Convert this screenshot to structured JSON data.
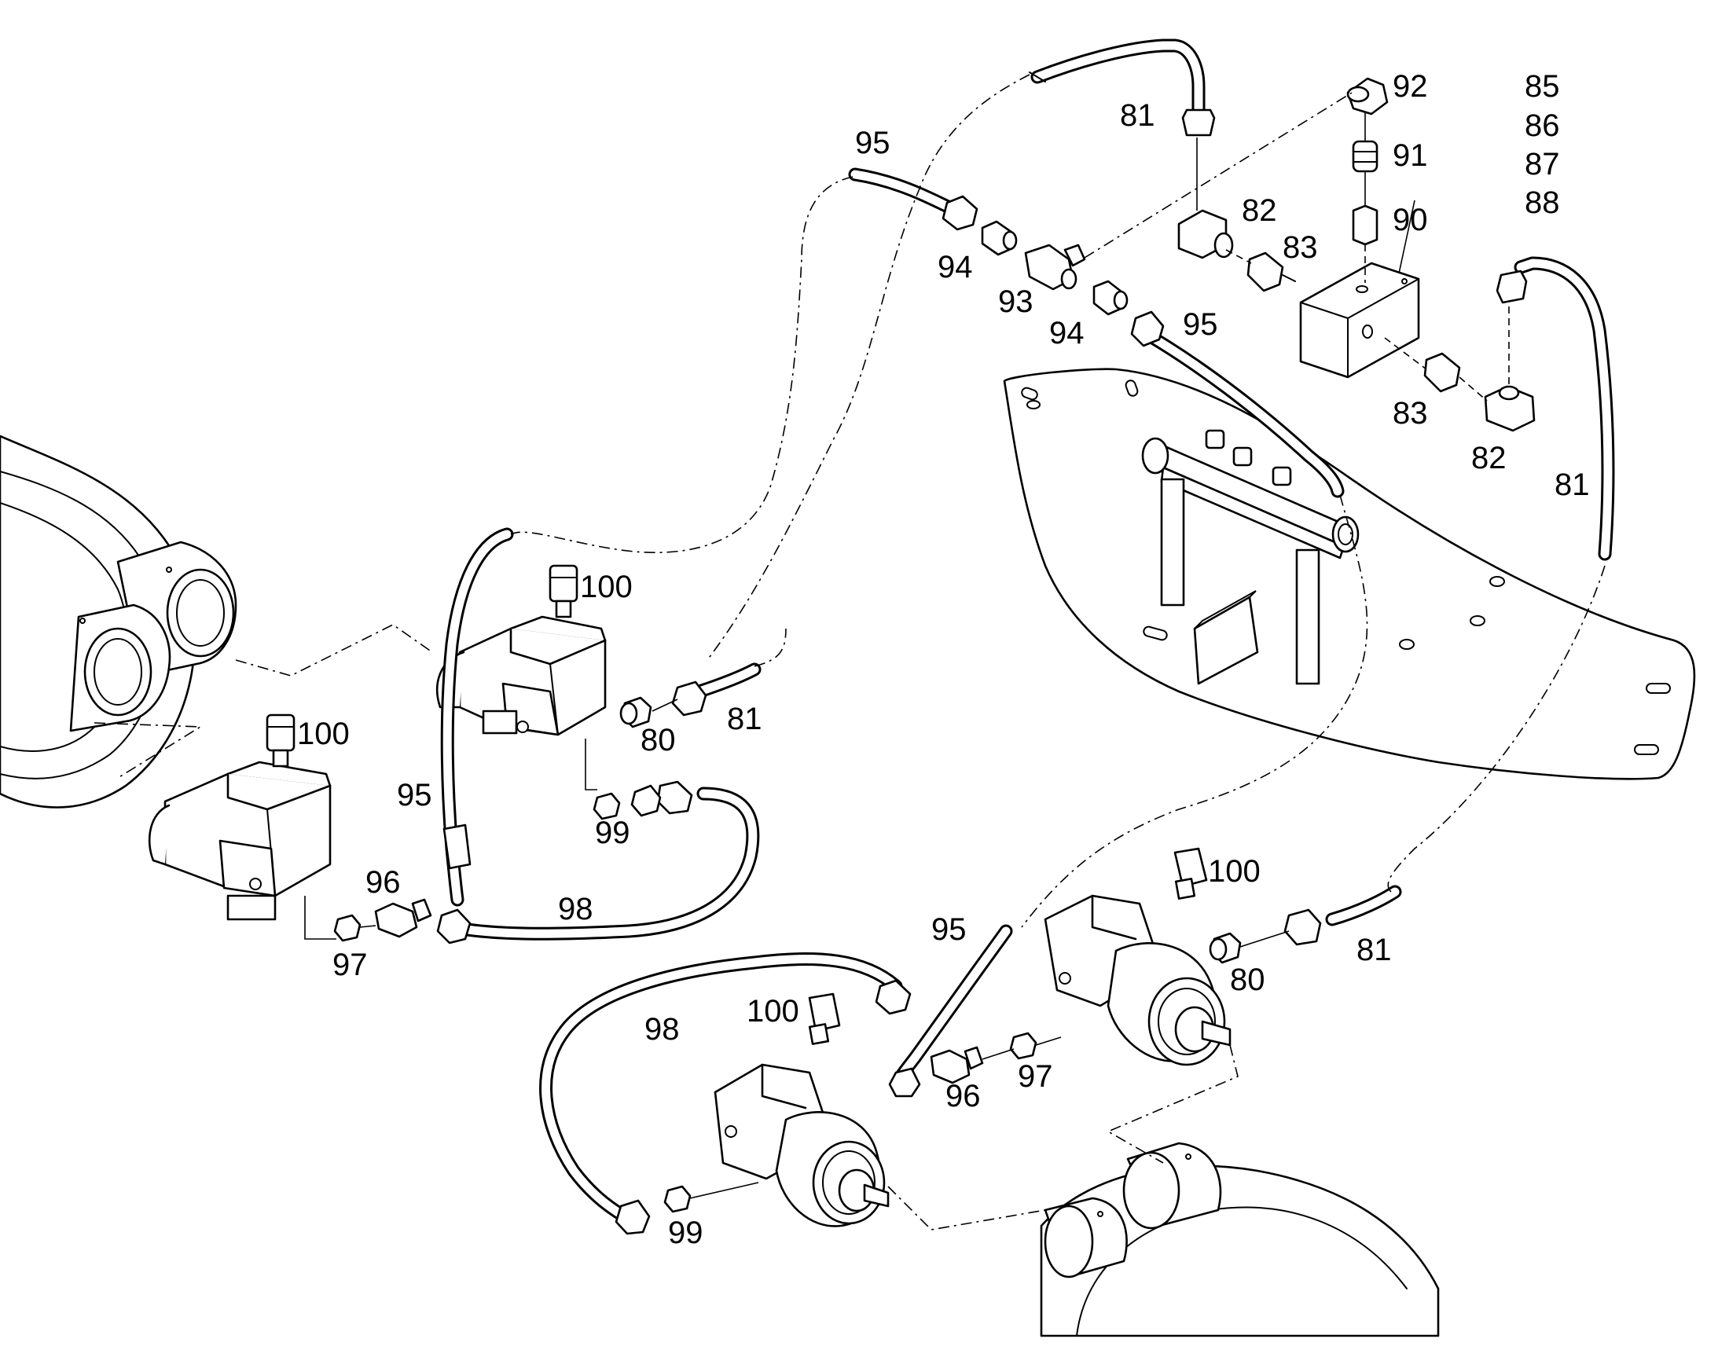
{
  "diagram": {
    "callouts": {
      "c81a": "81",
      "c95a": "95",
      "c92": "92",
      "c85": "85",
      "c86": "86",
      "c87": "87",
      "c88": "88",
      "c91": "91",
      "c82a": "82",
      "c90": "90",
      "c83a": "83",
      "c94a": "94",
      "c93": "93",
      "c94b": "94",
      "c95b": "95",
      "c83b": "83",
      "c82b": "82",
      "c81b": "81",
      "c100a": "100",
      "c81c": "81",
      "c80a": "80",
      "c100b": "100",
      "c95c": "95",
      "c99a": "99",
      "c96a": "96",
      "c98a": "98",
      "c97a": "97",
      "c100c": "100",
      "c95d": "95",
      "c80b": "80",
      "c81d": "81",
      "c98b": "98",
      "c100d": "100",
      "c97b": "97",
      "c96b": "96",
      "c99b": "99"
    }
  }
}
